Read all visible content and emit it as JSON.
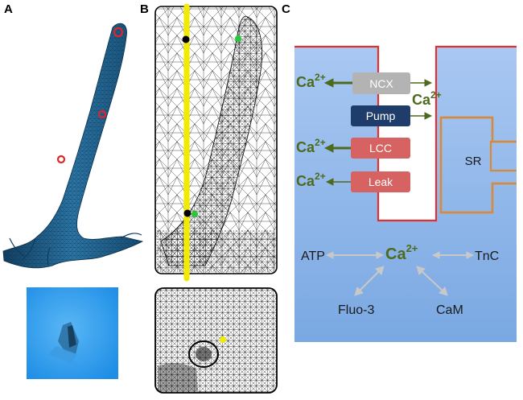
{
  "panels": {
    "a": "A",
    "b": "B",
    "c": "C"
  },
  "diagram": {
    "ca": "Ca",
    "ca_charge": "2+",
    "boxes": {
      "ncx": "NCX",
      "pump": "Pump",
      "lcc": "LCC",
      "leak": "Leak"
    },
    "sr": "SR",
    "buffers": {
      "atp": "ATP",
      "tnc": "TnC",
      "fluo3": "Fluo-3",
      "cam": "CaM"
    }
  },
  "colors": {
    "cytosol_blue": "#8db6ec",
    "membrane_red": "#e03030",
    "sr_orange": "#d9893a",
    "ca_green": "#4e6a1e",
    "ncx_gray": "#b3b3b3",
    "pump_navy": "#1f3d6b",
    "lcc_red": "#d76262",
    "leak_red": "#d76262",
    "mesh_blue": "#1f5f8b",
    "marker_red": "#e0252a",
    "marker_green": "#28c83a",
    "marker_yellow": "#f2ea00"
  }
}
